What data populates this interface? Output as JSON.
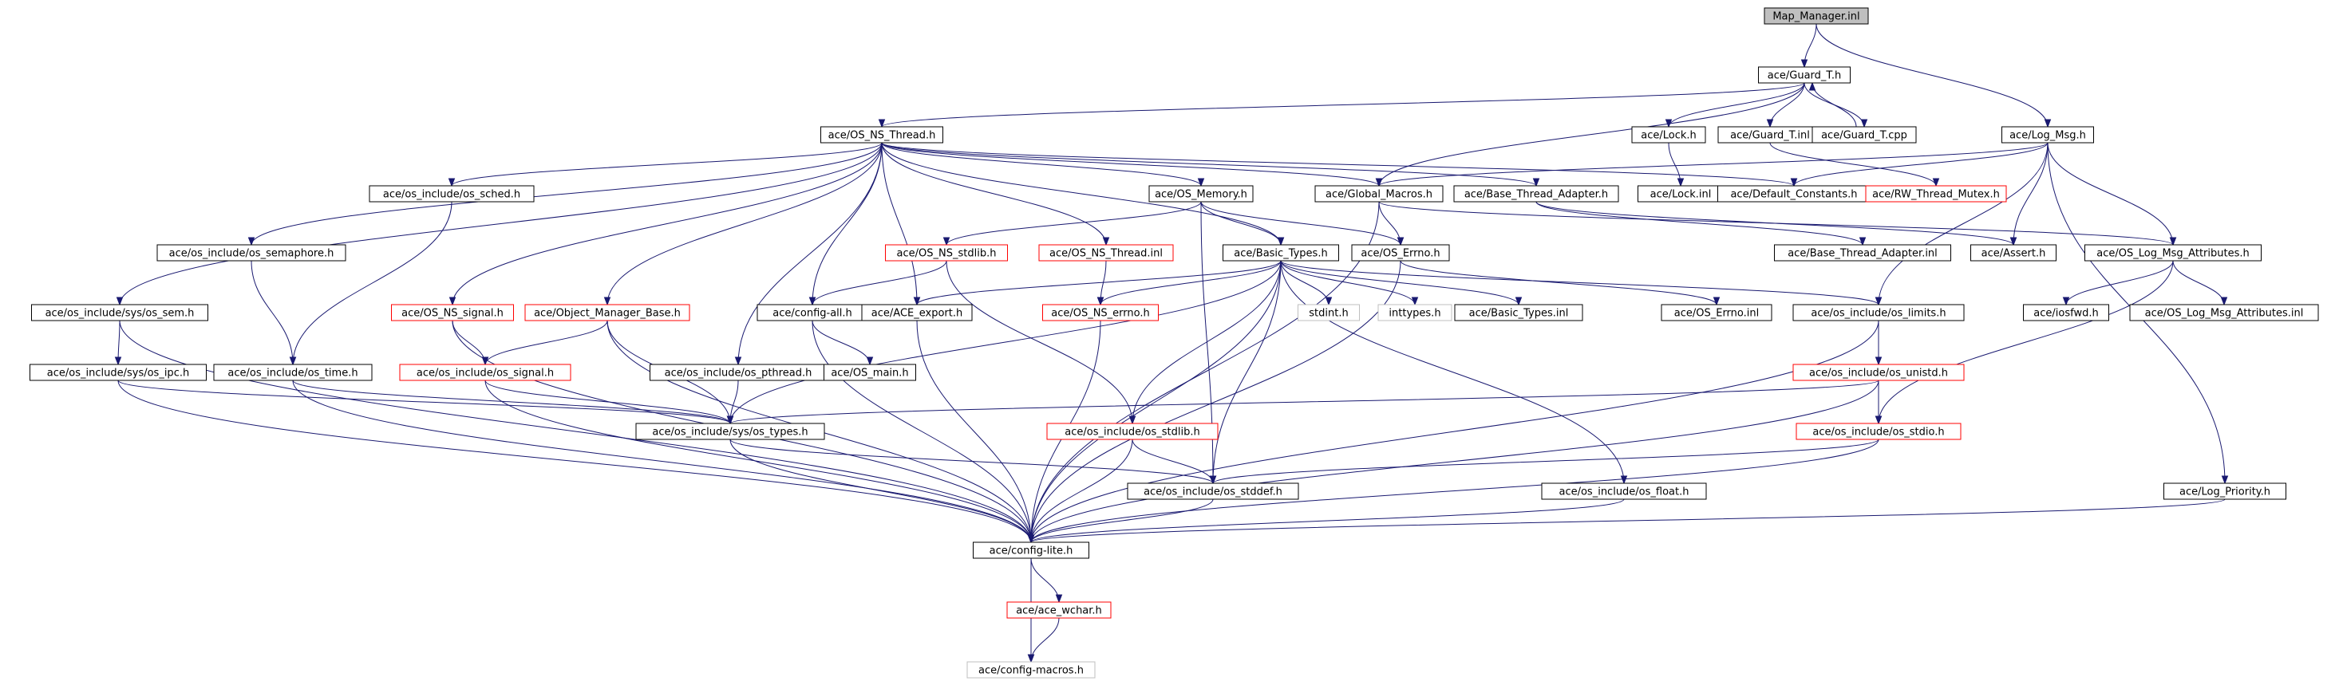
{
  "colors": {
    "edge": "#191970",
    "node_border_normal": "#000000",
    "node_border_undocumented": "#ff0000",
    "node_border_external": "#bfbfbf",
    "node_fill": "#ffffff",
    "root_fill": "#bfbfbf",
    "text": "#000000"
  },
  "nodes": [
    {
      "id": "map_manager",
      "label": "Map_Manager.inl",
      "status": "root"
    },
    {
      "id": "guard_t_h",
      "label": "ace/Guard_T.h",
      "status": "normal"
    },
    {
      "id": "os_ns_thread_h",
      "label": "ace/OS_NS_Thread.h",
      "status": "normal"
    },
    {
      "id": "lock_h",
      "label": "ace/Lock.h",
      "status": "normal"
    },
    {
      "id": "guard_t_inl",
      "label": "ace/Guard_T.inl",
      "status": "normal"
    },
    {
      "id": "guard_t_cpp",
      "label": "ace/Guard_T.cpp",
      "status": "normal"
    },
    {
      "id": "log_msg_h",
      "label": "ace/Log_Msg.h",
      "status": "normal"
    },
    {
      "id": "os_sched_h",
      "label": "ace/os_include/os_sched.h",
      "status": "normal"
    },
    {
      "id": "os_memory_h",
      "label": "ace/OS_Memory.h",
      "status": "normal"
    },
    {
      "id": "global_macros_h",
      "label": "ace/Global_Macros.h",
      "status": "normal"
    },
    {
      "id": "base_thread_adapter_h",
      "label": "ace/Base_Thread_Adapter.h",
      "status": "normal"
    },
    {
      "id": "lock_inl",
      "label": "ace/Lock.inl",
      "status": "normal"
    },
    {
      "id": "default_constants_h",
      "label": "ace/Default_Constants.h",
      "status": "normal"
    },
    {
      "id": "rw_thread_mutex_h",
      "label": "ace/RW_Thread_Mutex.h",
      "status": "undocumented"
    },
    {
      "id": "os_semaphore_h",
      "label": "ace/os_include/os_semaphore.h",
      "status": "normal"
    },
    {
      "id": "os_ns_stdlib_h",
      "label": "ace/OS_NS_stdlib.h",
      "status": "undocumented"
    },
    {
      "id": "os_ns_thread_inl",
      "label": "ace/OS_NS_Thread.inl",
      "status": "undocumented"
    },
    {
      "id": "basic_types_h",
      "label": "ace/Basic_Types.h",
      "status": "normal"
    },
    {
      "id": "os_errno_h",
      "label": "ace/OS_Errno.h",
      "status": "normal"
    },
    {
      "id": "base_thread_adapter_inl",
      "label": "ace/Base_Thread_Adapter.inl",
      "status": "normal"
    },
    {
      "id": "assert_h",
      "label": "ace/Assert.h",
      "status": "normal"
    },
    {
      "id": "os_log_msg_attributes_h",
      "label": "ace/OS_Log_Msg_Attributes.h",
      "status": "normal"
    },
    {
      "id": "os_sem_h",
      "label": "ace/os_include/sys/os_sem.h",
      "status": "normal"
    },
    {
      "id": "os_ns_signal_h",
      "label": "ace/OS_NS_signal.h",
      "status": "undocumented"
    },
    {
      "id": "object_manager_base_h",
      "label": "ace/Object_Manager_Base.h",
      "status": "undocumented"
    },
    {
      "id": "config_all_h",
      "label": "ace/config-all.h",
      "status": "normal"
    },
    {
      "id": "ace_export_h",
      "label": "ace/ACE_export.h",
      "status": "normal"
    },
    {
      "id": "os_ns_errno_h",
      "label": "ace/OS_NS_errno.h",
      "status": "undocumented"
    },
    {
      "id": "stdint_h",
      "label": "stdint.h",
      "status": "external"
    },
    {
      "id": "inttypes_h",
      "label": "inttypes.h",
      "status": "external"
    },
    {
      "id": "basic_types_inl",
      "label": "ace/Basic_Types.inl",
      "status": "normal"
    },
    {
      "id": "os_errno_inl",
      "label": "ace/OS_Errno.inl",
      "status": "normal"
    },
    {
      "id": "os_limits_h",
      "label": "ace/os_include/os_limits.h",
      "status": "normal"
    },
    {
      "id": "iosfwd_h",
      "label": "ace/iosfwd.h",
      "status": "normal"
    },
    {
      "id": "os_log_msg_attributes_inl",
      "label": "ace/OS_Log_Msg_Attributes.inl",
      "status": "normal"
    },
    {
      "id": "os_ipc_h",
      "label": "ace/os_include/sys/os_ipc.h",
      "status": "normal"
    },
    {
      "id": "os_time_h",
      "label": "ace/os_include/os_time.h",
      "status": "normal"
    },
    {
      "id": "os_signal_h",
      "label": "ace/os_include/os_signal.h",
      "status": "undocumented"
    },
    {
      "id": "os_pthread_h",
      "label": "ace/os_include/os_pthread.h",
      "status": "normal"
    },
    {
      "id": "os_main_h",
      "label": "ace/OS_main.h",
      "status": "normal"
    },
    {
      "id": "os_unistd_h",
      "label": "ace/os_include/os_unistd.h",
      "status": "undocumented"
    },
    {
      "id": "os_types_h",
      "label": "ace/os_include/sys/os_types.h",
      "status": "normal"
    },
    {
      "id": "os_stdlib_h",
      "label": "ace/os_include/os_stdlib.h",
      "status": "undocumented"
    },
    {
      "id": "os_stdio_h",
      "label": "ace/os_include/os_stdio.h",
      "status": "undocumented"
    },
    {
      "id": "os_stddef_h",
      "label": "ace/os_include/os_stddef.h",
      "status": "normal"
    },
    {
      "id": "os_float_h",
      "label": "ace/os_include/os_float.h",
      "status": "normal"
    },
    {
      "id": "log_priority_h",
      "label": "ace/Log_Priority.h",
      "status": "normal"
    },
    {
      "id": "config_lite_h",
      "label": "ace/config-lite.h",
      "status": "normal"
    },
    {
      "id": "ace_wchar_h",
      "label": "ace/ace_wchar.h",
      "status": "undocumented"
    },
    {
      "id": "config_macros_h",
      "label": "ace/config-macros.h",
      "status": "external"
    }
  ],
  "edges": [
    [
      "map_manager",
      "guard_t_h"
    ],
    [
      "map_manager",
      "log_msg_h"
    ],
    [
      "guard_t_h",
      "os_ns_thread_h"
    ],
    [
      "guard_t_h",
      "lock_h"
    ],
    [
      "guard_t_h",
      "guard_t_inl"
    ],
    [
      "guard_t_h",
      "guard_t_cpp"
    ],
    [
      "guard_t_h",
      "global_macros_h"
    ],
    [
      "guard_t_cpp",
      "guard_t_h"
    ],
    [
      "lock_h",
      "lock_inl"
    ],
    [
      "guard_t_inl",
      "rw_thread_mutex_h"
    ],
    [
      "os_ns_thread_h",
      "os_sched_h"
    ],
    [
      "os_ns_thread_h",
      "os_memory_h"
    ],
    [
      "os_ns_thread_h",
      "global_macros_h"
    ],
    [
      "os_ns_thread_h",
      "base_thread_adapter_h"
    ],
    [
      "os_ns_thread_h",
      "default_constants_h"
    ],
    [
      "os_ns_thread_h",
      "os_semaphore_h"
    ],
    [
      "os_ns_thread_h",
      "os_ns_thread_inl"
    ],
    [
      "os_ns_thread_h",
      "basic_types_h"
    ],
    [
      "os_ns_thread_h",
      "os_sem_h"
    ],
    [
      "os_ns_thread_h",
      "os_ns_signal_h"
    ],
    [
      "os_ns_thread_h",
      "object_manager_base_h"
    ],
    [
      "os_ns_thread_h",
      "config_all_h"
    ],
    [
      "os_ns_thread_h",
      "ace_export_h"
    ],
    [
      "os_ns_thread_h",
      "os_pthread_h"
    ],
    [
      "log_msg_h",
      "global_macros_h"
    ],
    [
      "log_msg_h",
      "default_constants_h"
    ],
    [
      "log_msg_h",
      "assert_h"
    ],
    [
      "log_msg_h",
      "os_log_msg_attributes_h"
    ],
    [
      "log_msg_h",
      "os_limits_h"
    ],
    [
      "log_msg_h",
      "log_priority_h"
    ],
    [
      "os_sched_h",
      "os_time_h"
    ],
    [
      "os_memory_h",
      "os_ns_stdlib_h"
    ],
    [
      "os_memory_h",
      "basic_types_h"
    ],
    [
      "os_memory_h",
      "os_errno_h"
    ],
    [
      "os_memory_h",
      "os_stddef_h"
    ],
    [
      "global_macros_h",
      "os_errno_h"
    ],
    [
      "global_macros_h",
      "os_log_msg_attributes_h"
    ],
    [
      "global_macros_h",
      "config_lite_h"
    ],
    [
      "base_thread_adapter_h",
      "base_thread_adapter_inl"
    ],
    [
      "base_thread_adapter_h",
      "assert_h"
    ],
    [
      "os_semaphore_h",
      "os_time_h"
    ],
    [
      "os_ns_stdlib_h",
      "config_all_h"
    ],
    [
      "os_ns_stdlib_h",
      "os_stdlib_h"
    ],
    [
      "os_ns_thread_inl",
      "os_ns_errno_h"
    ],
    [
      "basic_types_h",
      "ace_export_h"
    ],
    [
      "basic_types_h",
      "os_ns_errno_h"
    ],
    [
      "basic_types_h",
      "stdint_h"
    ],
    [
      "basic_types_h",
      "inttypes_h"
    ],
    [
      "basic_types_h",
      "basic_types_inl"
    ],
    [
      "basic_types_h",
      "os_limits_h"
    ],
    [
      "basic_types_h",
      "os_types_h"
    ],
    [
      "basic_types_h",
      "os_stdlib_h"
    ],
    [
      "basic_types_h",
      "os_stddef_h"
    ],
    [
      "basic_types_h",
      "os_float_h"
    ],
    [
      "basic_types_h",
      "config_lite_h"
    ],
    [
      "os_errno_h",
      "os_errno_inl"
    ],
    [
      "os_errno_h",
      "config_lite_h"
    ],
    [
      "os_log_msg_attributes_h",
      "iosfwd_h"
    ],
    [
      "os_log_msg_attributes_h",
      "os_log_msg_attributes_inl"
    ],
    [
      "os_log_msg_attributes_h",
      "os_stdio_h"
    ],
    [
      "os_sem_h",
      "os_ipc_h"
    ],
    [
      "os_sem_h",
      "config_lite_h"
    ],
    [
      "os_ns_signal_h",
      "os_signal_h"
    ],
    [
      "os_ns_signal_h",
      "config_lite_h"
    ],
    [
      "object_manager_base_h",
      "os_signal_h"
    ],
    [
      "object_manager_base_h",
      "os_types_h"
    ],
    [
      "object_manager_base_h",
      "config_lite_h"
    ],
    [
      "config_all_h",
      "os_main_h"
    ],
    [
      "config_all_h",
      "config_lite_h"
    ],
    [
      "ace_export_h",
      "config_lite_h"
    ],
    [
      "os_ns_errno_h",
      "config_lite_h"
    ],
    [
      "os_limits_h",
      "os_unistd_h"
    ],
    [
      "os_limits_h",
      "os_stdio_h"
    ],
    [
      "os_limits_h",
      "config_lite_h"
    ],
    [
      "os_ipc_h",
      "os_types_h"
    ],
    [
      "os_ipc_h",
      "config_lite_h"
    ],
    [
      "os_time_h",
      "os_types_h"
    ],
    [
      "os_time_h",
      "config_lite_h"
    ],
    [
      "os_signal_h",
      "os_types_h"
    ],
    [
      "os_signal_h",
      "config_lite_h"
    ],
    [
      "os_pthread_h",
      "os_types_h"
    ],
    [
      "os_unistd_h",
      "os_types_h"
    ],
    [
      "os_unistd_h",
      "config_lite_h"
    ],
    [
      "os_types_h",
      "os_stddef_h"
    ],
    [
      "os_types_h",
      "config_lite_h"
    ],
    [
      "os_stdlib_h",
      "os_stddef_h"
    ],
    [
      "os_stdlib_h",
      "config_lite_h"
    ],
    [
      "os_stdio_h",
      "os_stddef_h"
    ],
    [
      "os_stdio_h",
      "config_lite_h"
    ],
    [
      "os_stddef_h",
      "config_lite_h"
    ],
    [
      "os_float_h",
      "config_lite_h"
    ],
    [
      "log_priority_h",
      "config_lite_h"
    ],
    [
      "config_lite_h",
      "ace_wchar_h"
    ],
    [
      "config_lite_h",
      "config_macros_h"
    ],
    [
      "ace_wchar_h",
      "config_macros_h"
    ]
  ]
}
